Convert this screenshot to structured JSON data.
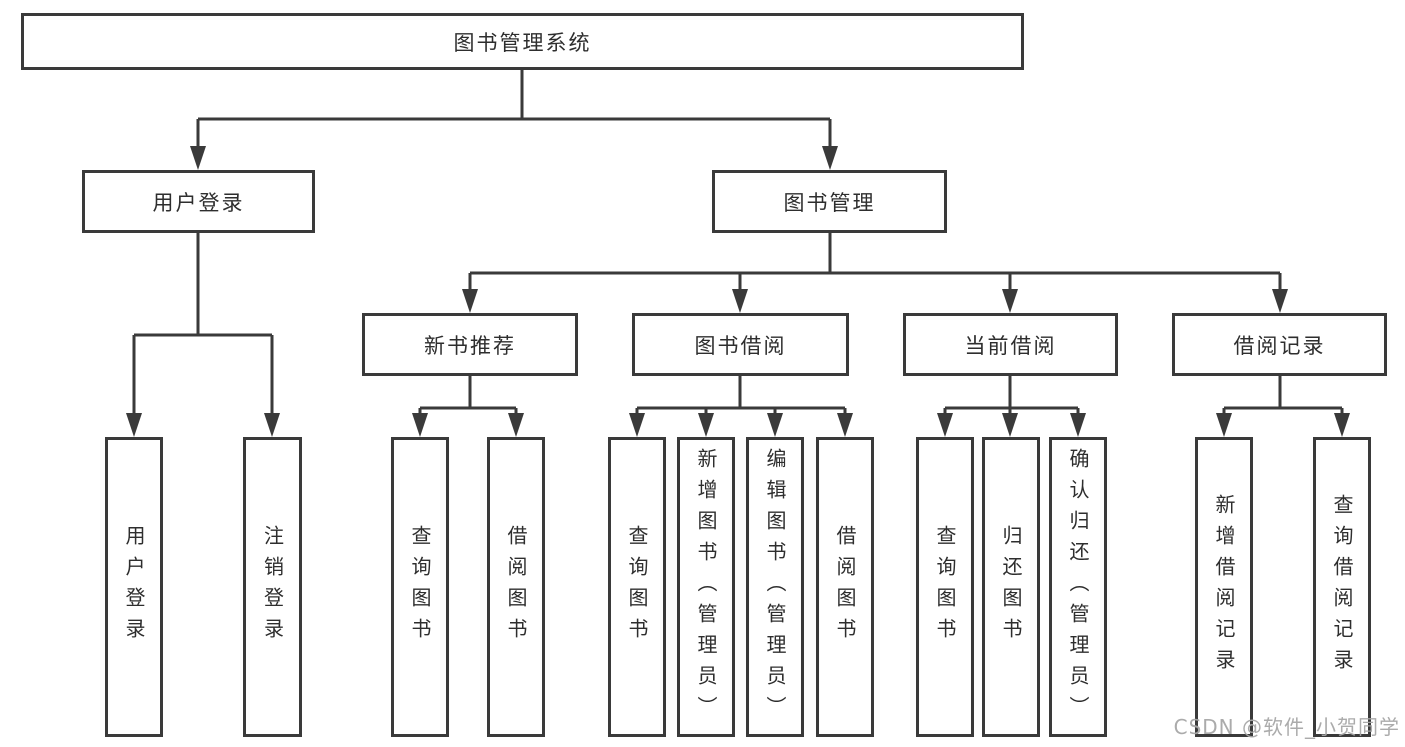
{
  "tree": {
    "label": "图书管理系统",
    "children": [
      {
        "label": "用户登录",
        "children": [
          {
            "label": "用户登录"
          },
          {
            "label": "注销登录"
          }
        ]
      },
      {
        "label": "图书管理",
        "children": [
          {
            "label": "新书推荐",
            "children": [
              {
                "label": "查询图书"
              },
              {
                "label": "借阅图书"
              }
            ]
          },
          {
            "label": "图书借阅",
            "children": [
              {
                "label": "查询图书"
              },
              {
                "label": "新增图书（管理员）"
              },
              {
                "label": "编辑图书（管理员）"
              },
              {
                "label": "借阅图书"
              }
            ]
          },
          {
            "label": "当前借阅",
            "children": [
              {
                "label": "查询图书"
              },
              {
                "label": "归还图书"
              },
              {
                "label": "确认归还（管理员）"
              }
            ]
          },
          {
            "label": "借阅记录",
            "children": [
              {
                "label": "新增借阅记录"
              },
              {
                "label": "查询借阅记录"
              }
            ]
          }
        ]
      }
    ]
  },
  "watermark": "CSDN @软件_小贺同学",
  "colors": {
    "line": "#3a3a3a",
    "text": "#2e2e2e",
    "box_bg": "#ffffff",
    "watermark": "#a6a6a6"
  }
}
